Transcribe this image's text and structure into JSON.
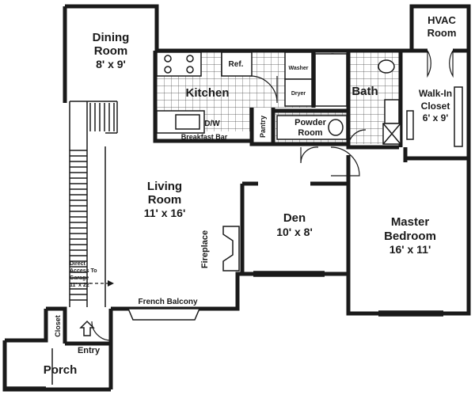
{
  "rooms": {
    "dining": {
      "name_line1": "Dining",
      "name_line2": "Room",
      "size": "8' x 9'"
    },
    "hvac": {
      "name_line1": "HVAC",
      "name_line2": "Room"
    },
    "kitchen": {
      "name": "Kitchen"
    },
    "ref": {
      "name": "Ref."
    },
    "washer": {
      "name": "Washer"
    },
    "dryer": {
      "name": "Dryer"
    },
    "bath": {
      "name": "Bath"
    },
    "walkin": {
      "name_line1": "Walk-In",
      "name_line2": "Closet",
      "size": "6' x 9'"
    },
    "dw": {
      "name": "D/W"
    },
    "breakfast_bar": {
      "name": "Breakfast Bar"
    },
    "pantry": {
      "name": "Pantry"
    },
    "powder": {
      "name_line1": "Powder",
      "name_line2": "Room"
    },
    "living": {
      "name_line1": "Living",
      "name_line2": "Room",
      "size": "11' x 16'"
    },
    "den": {
      "name": "Den",
      "size": "10' x 8'"
    },
    "master": {
      "name_line1": "Master",
      "name_line2": "Bedroom",
      "size": "16' x 11'"
    },
    "fireplace": {
      "name": "Fireplace"
    },
    "garage_note": {
      "line1": "Direct",
      "line2": "Access To",
      "line3": "Garage",
      "line4": "11' x 22'"
    },
    "french_balcony": {
      "name": "French Balcony"
    },
    "closet": {
      "name": "Closet"
    },
    "entry": {
      "name": "Entry"
    },
    "porch": {
      "name": "Porch"
    }
  }
}
